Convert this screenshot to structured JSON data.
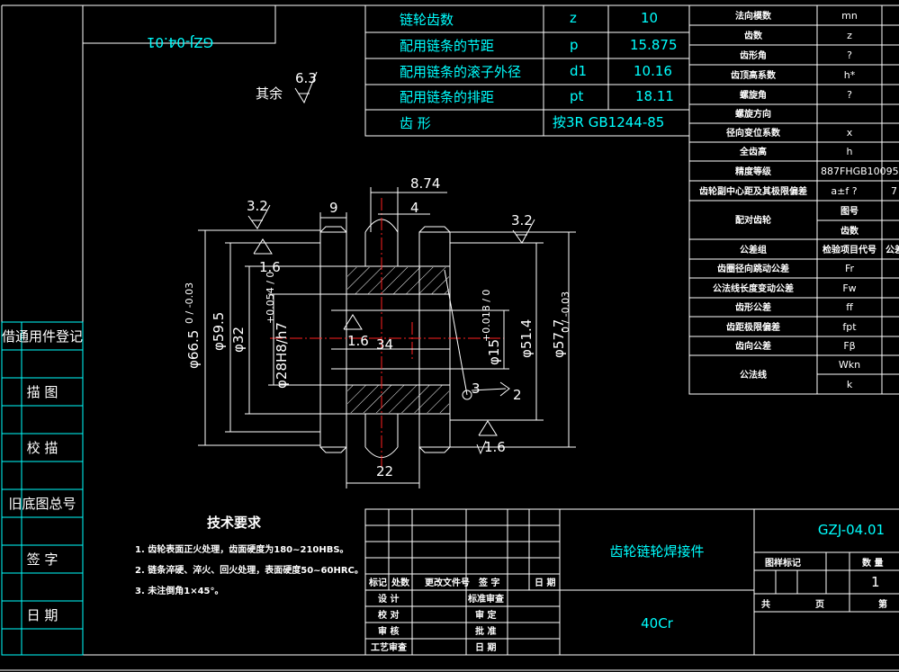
{
  "drawing": {
    "code": "GZJ-04.01",
    "code_mirrored": "GZJ-04.01",
    "title": "齿轮链轮焊接件",
    "material": "40Cr",
    "other_surface": {
      "label": "其余",
      "roughness": "6.3"
    }
  },
  "side_stamps": [
    "借通用件登记",
    "描 图",
    "校 描",
    "旧底图总号",
    "签 字",
    "日 期"
  ],
  "sprocket_params": [
    {
      "name": "链轮齿数",
      "symbol": "z",
      "value": "10"
    },
    {
      "name": "配用链条的节距",
      "symbol": "p",
      "value": "15.875"
    },
    {
      "name": "配用链条的滚子外径",
      "symbol": "d1",
      "value": "10.16"
    },
    {
      "name": "配用链条的排距",
      "symbol": "pt",
      "value": "18.11"
    },
    {
      "name": "齿 形",
      "symbol": "按3R GB1244-85",
      "value": ""
    }
  ],
  "gear_params": [
    {
      "name": "法向模数",
      "symbol": "mn"
    },
    {
      "name": "齿数",
      "symbol": "z"
    },
    {
      "name": "齿形角",
      "symbol": "?"
    },
    {
      "name": "齿顶高系数",
      "symbol": "h*"
    },
    {
      "name": "螺旋角",
      "symbol": "?"
    },
    {
      "name": "螺旋方向",
      "symbol": ""
    },
    {
      "name": "径向变位系数",
      "symbol": "x"
    },
    {
      "name": "全齿高",
      "symbol": "h"
    },
    {
      "name": "精度等级",
      "symbol": "887FHGB10095-"
    },
    {
      "name": "齿轮副中心距及其极限偏差",
      "symbol": "a±f ?",
      "extra": "7"
    },
    {
      "name": "配对齿轮",
      "symbol": "图号",
      "symbol2": "齿数"
    },
    {
      "name": "公差组",
      "symbol": "检验项目代号",
      "extra": "公差"
    },
    {
      "name": "齿圈径向跳动公差",
      "symbol": "Fr"
    },
    {
      "name": "公法线长度变动公差",
      "symbol": "Fw"
    },
    {
      "name": "齿形公差",
      "symbol": "ff"
    },
    {
      "name": "齿距极限偏差",
      "symbol": "fpt"
    },
    {
      "name": "齿向公差",
      "symbol": "Fβ"
    },
    {
      "name": "公法线",
      "symbol": "Wkn",
      "symbol2": "k"
    }
  ],
  "dimensions": {
    "d_outer": "φ66.5",
    "d_outer_tol": "0 / -0.03",
    "d_59": "φ59.5",
    "d_32": "φ32",
    "d_bore": "φ28H8/h7",
    "d_bore_tol": "+0.054 / 0",
    "d_15": "φ15",
    "d_15_tol": "+0.018 / 0",
    "d_51": "φ51.4",
    "d_57": "φ57.7",
    "d_57_tol": "0 / -0.03",
    "w_874": "8.74",
    "w_9": "9",
    "w_4": "4",
    "w_34": "34",
    "w_22": "22",
    "rough_32a": "3.2",
    "rough_32b": "3.2",
    "rough_16a": "1.6",
    "rough_16b": "1.6",
    "rough_16c": "1.6",
    "item_3": "3",
    "item_2": "2"
  },
  "tech_requirements": {
    "title": "技术要求",
    "items": [
      "1. 齿轮表面正火处理，齿面硬度为180~210HBS。",
      "2. 链条淬硬、淬火、回火处理，表面硬度50~60HRC。",
      "3. 未注倒角1×45°。"
    ]
  },
  "title_block": {
    "change_header": [
      "标记",
      "处数",
      "更改文件号",
      "签 字",
      "日 期"
    ],
    "roles_left": [
      "设 计",
      "校 对",
      "审 核",
      "工艺审查"
    ],
    "roles_right": [
      "标准审查",
      "审 定",
      "批 准",
      "日 期"
    ],
    "stage_label": "图样标记",
    "weight_label": "数 量",
    "quantity": "1",
    "sheet_total": "共",
    "sheet_page": "页",
    "sheet_num": "第"
  }
}
